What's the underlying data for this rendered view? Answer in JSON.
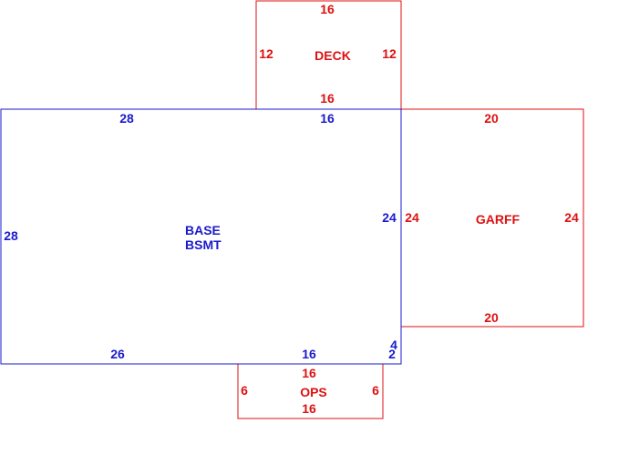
{
  "colors": {
    "base": "#1a1acc",
    "addition": "#dd1111"
  },
  "rooms": {
    "deck": {
      "label": "DECK",
      "dims": {
        "top": "16",
        "left": "12",
        "right": "12",
        "bottom": "16"
      }
    },
    "base": {
      "label_line1": "BASE",
      "label_line2": "BSMT",
      "dims": {
        "top_left": "28",
        "top_right": "16",
        "left": "28",
        "right": "24",
        "bottom_left": "26",
        "bottom_right": "16",
        "notch_top": "4",
        "notch_bottom": "2"
      }
    },
    "garff": {
      "label": "GARFF",
      "dims": {
        "top": "20",
        "left": "24",
        "right": "24",
        "bottom": "20"
      }
    },
    "ops": {
      "label": "OPS",
      "dims": {
        "top": "16",
        "left": "6",
        "right": "6",
        "bottom": "16"
      }
    }
  }
}
